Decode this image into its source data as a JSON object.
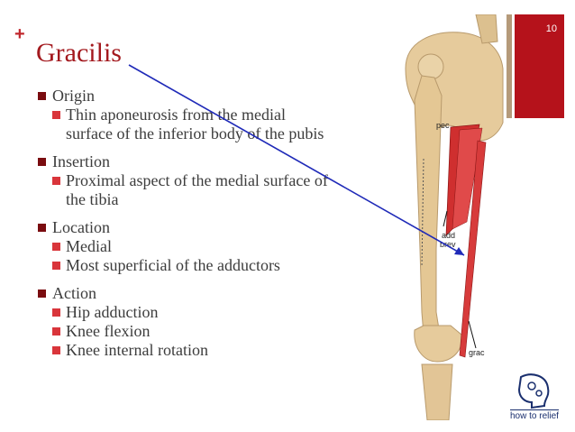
{
  "slide": {
    "page_number": "10",
    "title": "Gracilis",
    "sections": [
      {
        "heading": "Origin",
        "items": [
          "Thin aponeurosis from the medial surface of the inferior body of the pubis"
        ]
      },
      {
        "heading": "Insertion",
        "items": [
          "Proximal aspect of the medial surface of the tibia"
        ]
      },
      {
        "heading": "Location",
        "items": [
          "Medial",
          "Most superficial of the adductors"
        ]
      },
      {
        "heading": "Action",
        "items": [
          "Hip adduction",
          "Knee flexion",
          "Knee internal rotation"
        ]
      }
    ]
  },
  "figure": {
    "labels": {
      "pec": "pec",
      "add": "add",
      "brev": "brev",
      "grac": "grac"
    }
  },
  "logo": {
    "text": "how to relief"
  },
  "colors": {
    "accent": "#b5121b",
    "title": "#a3191e",
    "pointer": "#1f2ab8",
    "bone": "#e2c596",
    "muscle": "#d63a3a"
  },
  "icons": [
    "plus-icon",
    "bullet-square-icon",
    "head-gears-icon"
  ]
}
